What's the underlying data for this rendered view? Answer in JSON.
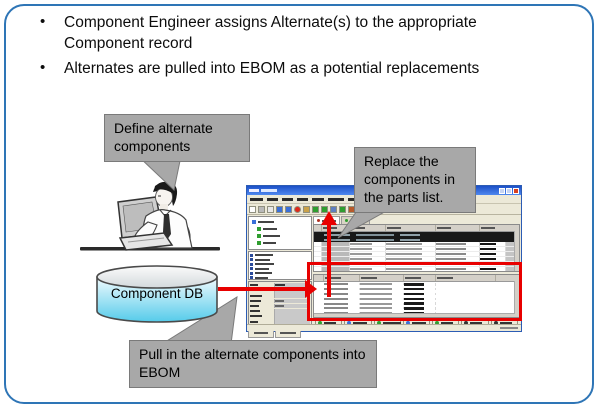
{
  "slide": {
    "bullets": [
      "Component Engineer assigns Alternate(s) to the appropriate Component record",
      "Alternates are pulled into EBOM as a potential replacements"
    ]
  },
  "callouts": {
    "define": "Define alternate components",
    "replace": "Replace the components in the parts list.",
    "pull": "Pull in the alternate components into EBOM"
  },
  "database": {
    "label": "Component DB"
  },
  "colors": {
    "slide_border": "#2E75B6",
    "callout_fill": "#A8A8A8",
    "callout_border": "#7A7A7A",
    "annotation_red": "#E80000",
    "cylinder_bottom": "#55CBEA",
    "cylinder_top": "#F2FBFE",
    "app_titlebar": "#1C50C8",
    "app_chrome": "#ECE9D8"
  },
  "app": {
    "window_buttons": [
      "minimize",
      "maximize",
      "close"
    ]
  }
}
